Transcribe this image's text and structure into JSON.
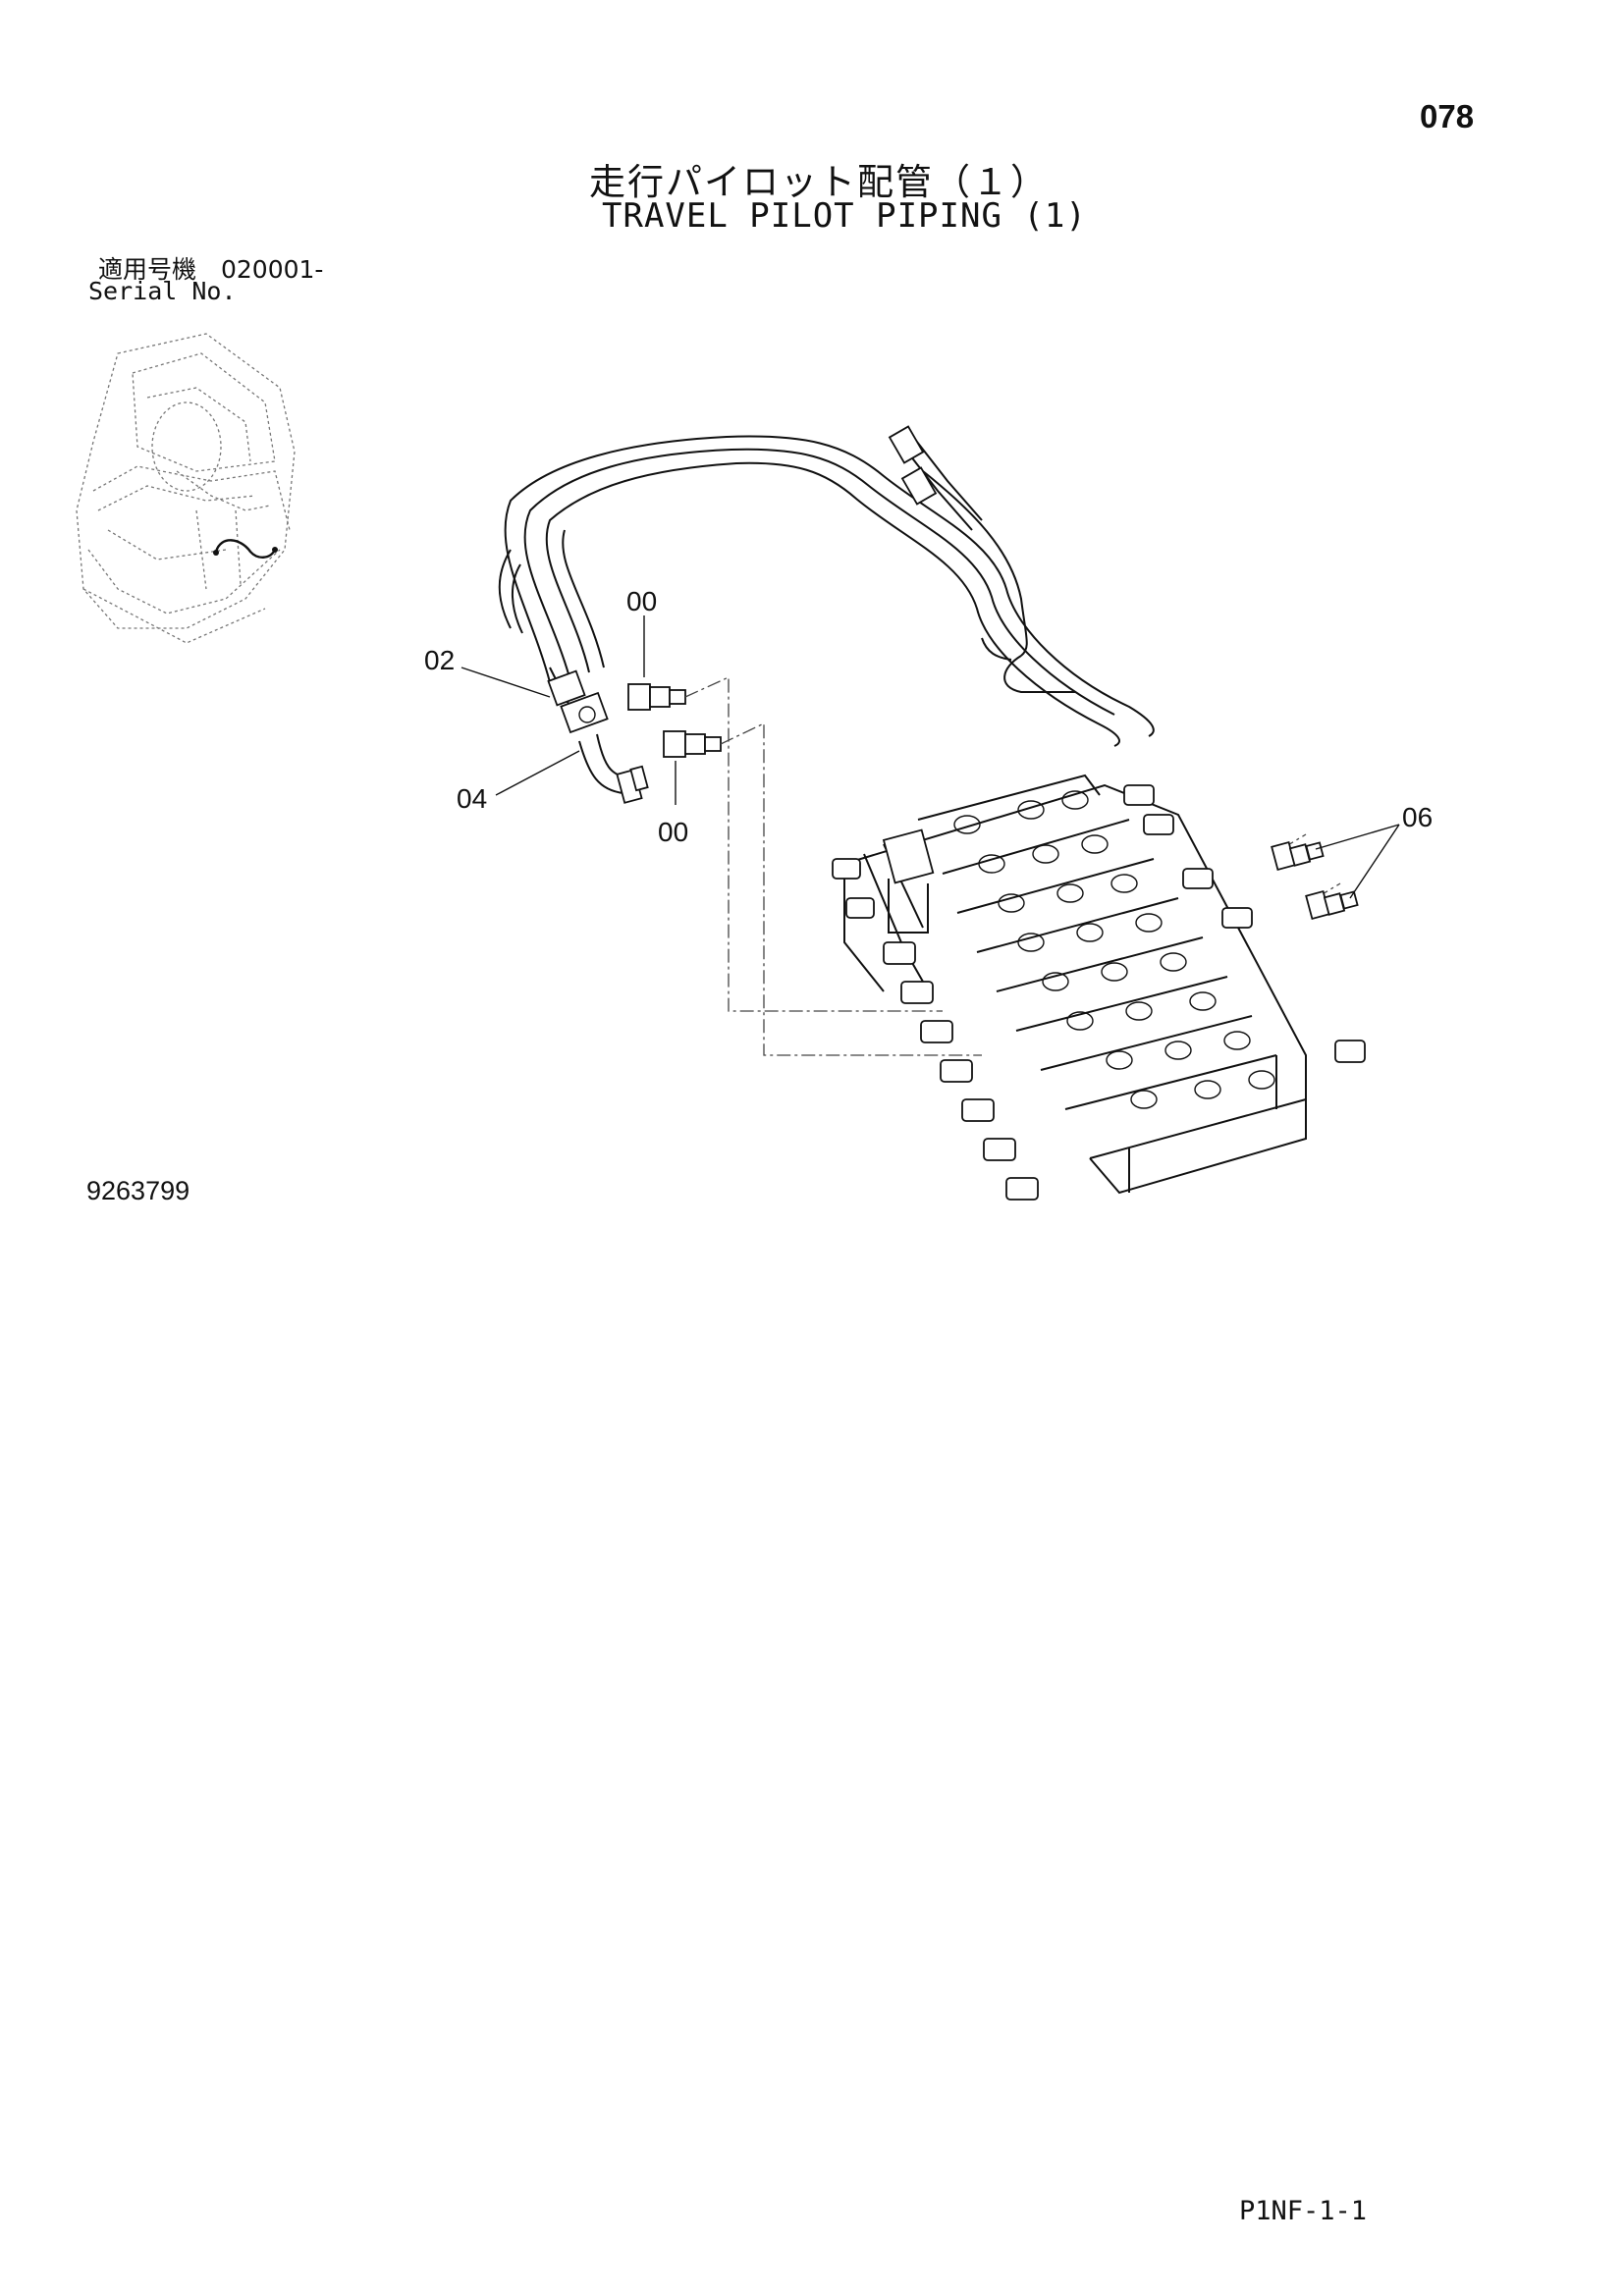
{
  "page": {
    "number": "078",
    "title_jp": "走行パイロット配管（１）",
    "title_en": "TRAVEL PILOT PIPING (1)",
    "serial_label_jp": "適用号機　020001-",
    "serial_label_en": "Serial No.",
    "drawing_number": "9263799",
    "page_code": "P1NF-1-1"
  },
  "callouts": {
    "c00_top": "00",
    "c02": "02",
    "c04": "04",
    "c00_bottom": "00",
    "c06": "06"
  },
  "icons": [
    "machine-location-thumbnail",
    "pilot-hose-assembly",
    "control-valve-assembly",
    "adapter-fitting"
  ]
}
